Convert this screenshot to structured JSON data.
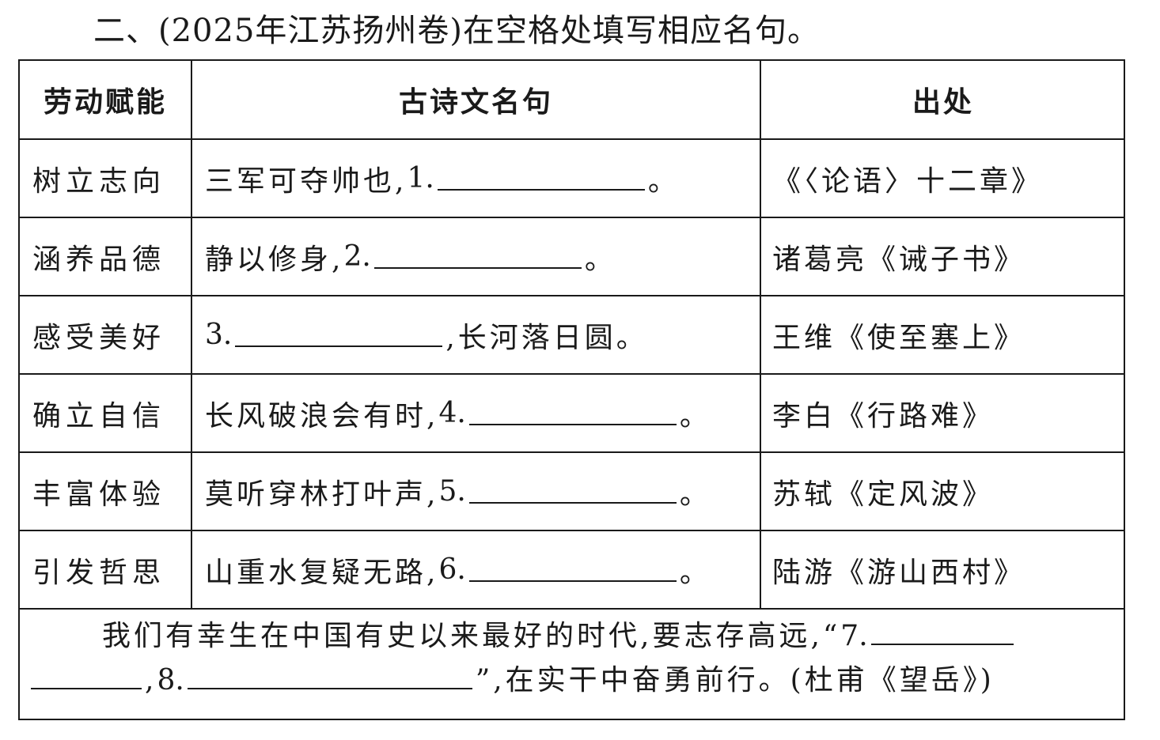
{
  "title": "二、(2025年江苏扬州卷)在空格处填写相应名句。",
  "headers": [
    "劳动赋能",
    "古诗文名句",
    "出处"
  ],
  "rows": [
    {
      "theme": "树立志向",
      "before": "三军可夺帅也,",
      "num": "1.",
      "after": "。",
      "source": "《〈论语〉十二章》"
    },
    {
      "theme": "涵养品德",
      "before": "静以修身,",
      "num": "2.",
      "after": "。",
      "source": "诸葛亮《诫子书》"
    },
    {
      "theme": "感受美好",
      "before": "",
      "num": "3.",
      "after": ",长河落日圆。",
      "source": "王维《使至塞上》"
    },
    {
      "theme": "确立自信",
      "before": "长风破浪会有时,",
      "num": "4.",
      "after": "。",
      "source": "李白《行路难》"
    },
    {
      "theme": "丰富体验",
      "before": "莫听穿林打叶声,",
      "num": "5.",
      "after": "。",
      "source": "苏轼《定风波》"
    },
    {
      "theme": "引发哲思",
      "before": "山重水复疑无路,",
      "num": "6.",
      "after": "。",
      "source": "陆游《游山西村》"
    }
  ],
  "closing": {
    "part1": "我们有幸生在中国有史以来最好的时代,要志存高远,“",
    "num7": "7.",
    "num8_prefix": ",",
    "num8": "8.",
    "part2": "”,在实干中奋勇前行。(杜甫《望岳》)"
  }
}
